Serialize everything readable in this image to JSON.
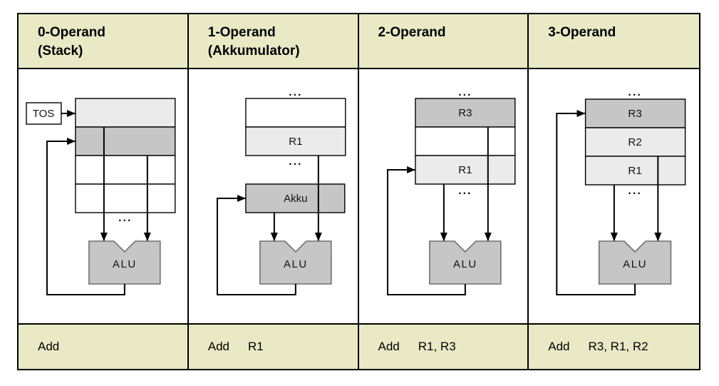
{
  "colors": {
    "header_bg": "#e9e9c6",
    "cell_gray": "#c6c6c6",
    "cell_light": "#ebebeb",
    "cell_white": "#ffffff",
    "alu_fill": "#c6c6c6",
    "alu_border": "#6f6f6f",
    "line": "#000000"
  },
  "glyphs": {
    "ellipsis": "..."
  },
  "columns": [
    {
      "id": "stack",
      "header_line1": "0-Operand",
      "header_line2": "(Stack)",
      "instruction": {
        "mnemonic": "Add",
        "operands": ""
      },
      "labels": {
        "tos": "TOS",
        "alu": "ALU"
      }
    },
    {
      "id": "accumulator",
      "header_line1": "1-Operand",
      "header_line2": "(Akkumulator)",
      "instruction": {
        "mnemonic": "Add",
        "operands": "R1"
      },
      "labels": {
        "r1": "R1",
        "akku": "Akku",
        "alu": "ALU"
      }
    },
    {
      "id": "two-operand",
      "header_line1": "2-Operand",
      "header_line2": "",
      "instruction": {
        "mnemonic": "Add",
        "operands": "R1, R3"
      },
      "labels": {
        "r3": "R3",
        "r1": "R1",
        "alu": "ALU"
      }
    },
    {
      "id": "three-operand",
      "header_line1": "3-Operand",
      "header_line2": "",
      "instruction": {
        "mnemonic": "Add",
        "operands": "R3, R1, R2"
      },
      "labels": {
        "r3": "R3",
        "r2": "R2",
        "r1": "R1",
        "alu": "ALU"
      }
    }
  ]
}
